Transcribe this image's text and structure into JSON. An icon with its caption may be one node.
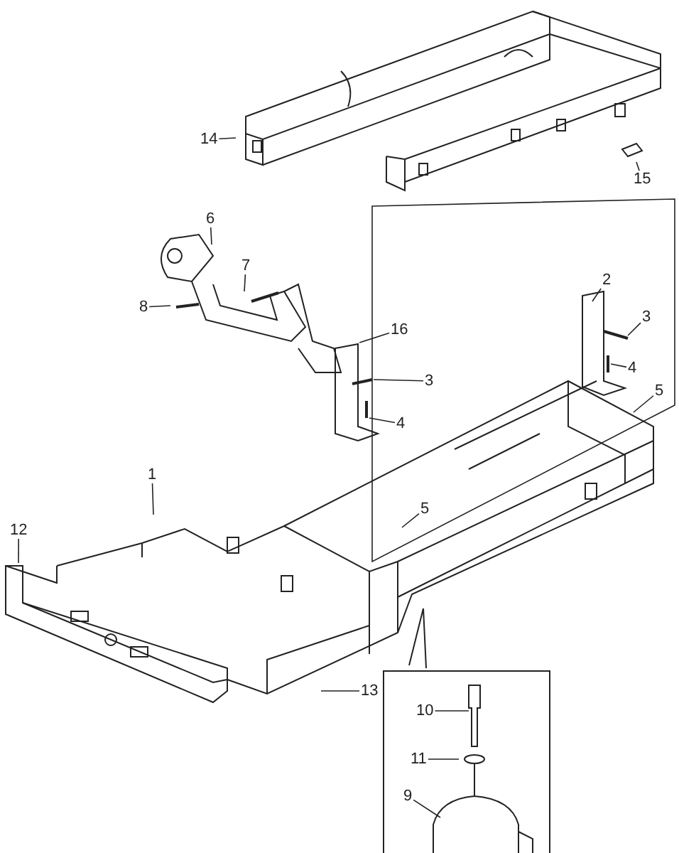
{
  "diagram": {
    "nodes": [
      {
        "text": [
          "14"
        ]
      },
      {
        "text": [
          "15"
        ]
      },
      {
        "text": [
          "6"
        ]
      },
      {
        "text": [
          "7"
        ]
      },
      {
        "text": [
          "2"
        ]
      },
      {
        "text": [
          "3"
        ]
      },
      {
        "text": [
          "8"
        ]
      },
      {
        "text": [
          "16"
        ]
      },
      {
        "text": [
          "4"
        ]
      },
      {
        "text": [
          "5"
        ]
      },
      {
        "text": [
          "3"
        ]
      },
      {
        "text": [
          "4"
        ]
      },
      {
        "text": [
          "1"
        ]
      },
      {
        "text": [
          "5"
        ]
      },
      {
        "text": [
          "12"
        ]
      },
      {
        "text": [
          "13"
        ]
      },
      {
        "text": [
          "10"
        ]
      },
      {
        "text": [
          "11"
        ]
      },
      {
        "text": [
          "9"
        ]
      }
    ],
    "edges": [
      {
        "from": 0,
        "to": null,
        "arrow": "none"
      },
      {
        "from": 1,
        "to": null,
        "arrow": "none"
      },
      {
        "from": 2,
        "to": null,
        "arrow": "none"
      },
      {
        "from": 3,
        "to": null,
        "arrow": "none"
      },
      {
        "from": 4,
        "to": null,
        "arrow": "none"
      },
      {
        "from": 5,
        "to": null,
        "arrow": "none"
      },
      {
        "from": 6,
        "to": null,
        "arrow": "none"
      },
      {
        "from": 7,
        "to": null,
        "arrow": "none"
      },
      {
        "from": 8,
        "to": null,
        "arrow": "none"
      },
      {
        "from": 9,
        "to": null,
        "arrow": "none"
      },
      {
        "from": 10,
        "to": null,
        "arrow": "none"
      },
      {
        "from": 11,
        "to": null,
        "arrow": "none"
      },
      {
        "from": 12,
        "to": null,
        "arrow": "none"
      },
      {
        "from": 13,
        "to": null,
        "arrow": "none"
      },
      {
        "from": 14,
        "to": null,
        "arrow": "none"
      },
      {
        "from": 15,
        "to": null,
        "arrow": "none"
      },
      {
        "from": 16,
        "to": null,
        "arrow": "none"
      },
      {
        "from": 17,
        "to": null,
        "arrow": "none"
      },
      {
        "from": 18,
        "to": null,
        "arrow": "none"
      }
    ]
  }
}
